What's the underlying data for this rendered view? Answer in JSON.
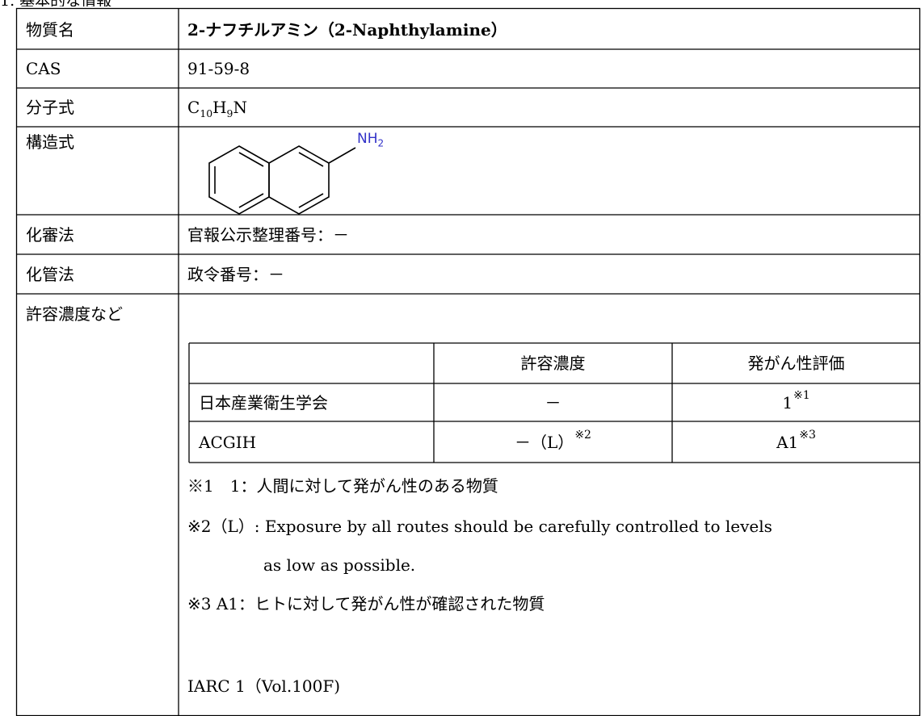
{
  "heading": "1. 基本的な情報",
  "rows": {
    "name": {
      "label": "物質名",
      "value": "2-ナフチルアミン（2-Naphthylamine）"
    },
    "cas": {
      "label": "CAS",
      "value": "91-59-8"
    },
    "formula": {
      "label": "分子式",
      "c": "C",
      "c_n": "10",
      "h": "H",
      "h_n": "9",
      "n": "N"
    },
    "structure": {
      "label": "構造式",
      "nh": "NH",
      "nh_n": "2"
    },
    "kashin": {
      "label": "化審法",
      "value": "官報公示整理番号：－"
    },
    "kakan": {
      "label": "化管法",
      "value": "政令番号：－"
    },
    "limits": {
      "label": "許容濃度など"
    }
  },
  "inner_table": {
    "headers": [
      "",
      "許容濃度",
      "発がん性評価"
    ],
    "jsoh": {
      "org": "日本産業衛生学会",
      "conc": "－",
      "carc": "1",
      "carc_mark": "※1"
    },
    "acgih": {
      "org": "ACGIH",
      "conc": "－（L）",
      "conc_mark": "※2",
      "carc": "A1",
      "carc_mark": "※3"
    }
  },
  "notes": {
    "n1": "※1　1：人間に対して発がん性のある物質",
    "n2a": "※2（L）: Exposure by all routes should be carefully controlled to levels",
    "n2b": "as low as possible.",
    "n3": "※3 A1：ヒトに対して発がん性が確認された物質",
    "iarc": "IARC 1（Vol.100F)"
  }
}
